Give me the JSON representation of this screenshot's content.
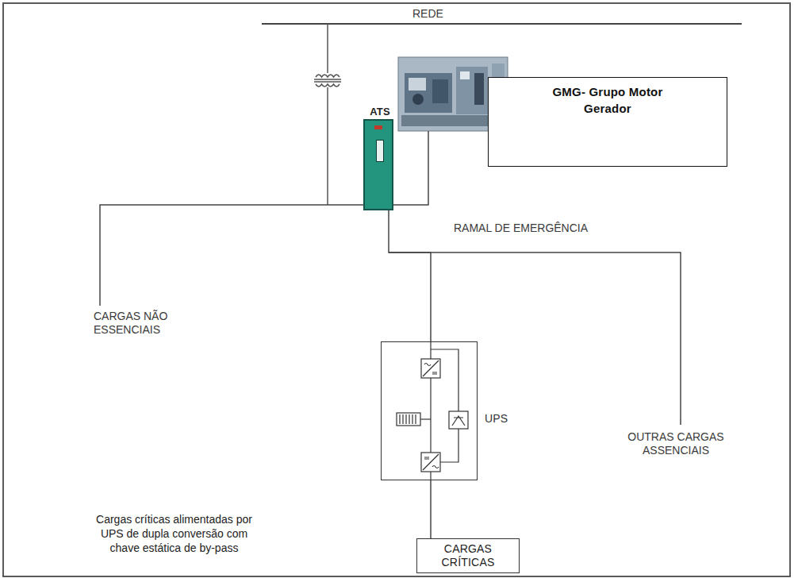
{
  "diagram": {
    "caption": "Cargas críticas alimentadas por UPS de dupla conversão com chave estática de by-pass",
    "nodes": [
      {
        "text": [
          "GMG- Grupo Motor Gerador"
        ]
      },
      {
        "text": [
          "ATS"
        ]
      },
      {
        "text": [
          "UPS"
        ]
      },
      {
        "text": [
          "CARGAS CRÍTICAS"
        ]
      }
    ],
    "edges": [
      {
        "from": 0,
        "to": 1,
        "arrow": "none"
      },
      {
        "from": 1,
        "to": 2,
        "arrow": "none"
      },
      {
        "from": 2,
        "to": 3,
        "arrow": "none"
      }
    ],
    "labels": [
      "REDE",
      "RAMAL DE EMERGÊNCIA",
      "CARGAS NÃO ESSENCIAIS",
      "OUTRAS CARGAS ASSENCIAIS"
    ]
  }
}
